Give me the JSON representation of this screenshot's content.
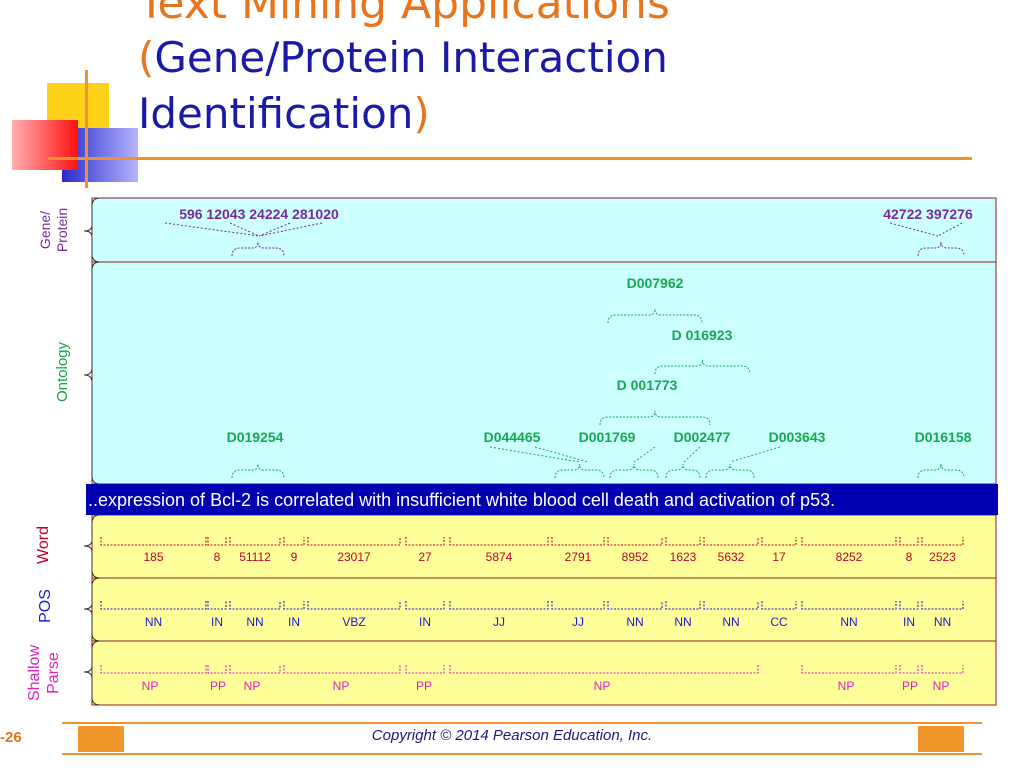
{
  "title": {
    "line1": "Text Mining Applications",
    "open_paren": "(",
    "line2": "Gene/Protein Interaction",
    "line3": "Identification",
    "close_paren": ")"
  },
  "sentence": "..expression of Bcl-2 is correlated with insufficient white blood cell death and activation of p53.",
  "rows": {
    "gene": "Gene/ Protein",
    "ontology": "Ontology",
    "word": "Word",
    "pos": "POS",
    "parse": "Shallow Parse"
  },
  "gene_ids": {
    "left": "596 12043 24224 281020",
    "right": "42722  397276"
  },
  "ontology_ids": [
    "D007962",
    "D 016923",
    "D 001773",
    "D019254",
    "D044465",
    "D001769",
    "D002477",
    "D003643",
    "D016158"
  ],
  "word_ids": [
    "185",
    "8",
    "51112",
    "9",
    "23017",
    "27",
    "5874",
    "2791",
    "8952",
    "1623",
    "5632",
    "17",
    "8252",
    "8",
    "2523"
  ],
  "pos_tags": [
    "NN",
    "IN",
    "NN",
    "IN",
    "VBZ",
    "IN",
    "JJ",
    "JJ",
    "NN",
    "NN",
    "NN",
    "CC",
    "NN",
    "IN",
    "NN"
  ],
  "parse_tags": [
    "NP",
    "PP",
    "NP",
    "NP",
    "PP",
    "NP",
    "NP",
    "PP",
    "NP"
  ],
  "footer": {
    "slide_number": "-26",
    "copyright": "Copyright © 2014 Pearson Education, Inc."
  },
  "colors": {
    "gene": "#7a2a9a",
    "ontology": "#16a84e",
    "word": "#c0002a",
    "pos": "#1a1ad0",
    "parse": "#e020c0",
    "cyan_panel": "#ccffff",
    "yellow_panel": "#ffff99",
    "sentence_bar": "#0000b0"
  }
}
